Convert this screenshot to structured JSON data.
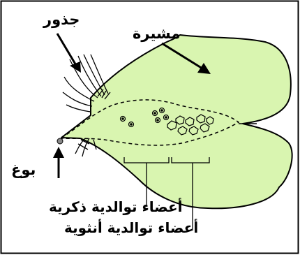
{
  "labels": {
    "roots": "جذور",
    "thallus": "مشيرة",
    "spore": "بوغ",
    "male_organs": "أعضاء توالدية ذكرية",
    "female_organs": "أعضاء توالدية أنثوية"
  },
  "colors": {
    "thallus_fill": "#d9f5b0",
    "outline": "#000000",
    "background": "#ffffff"
  }
}
